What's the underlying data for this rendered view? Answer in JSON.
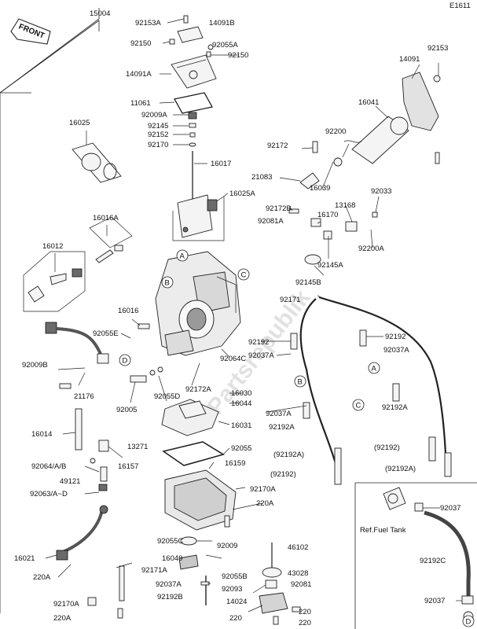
{
  "diagram_code": "E1611",
  "watermark": "Partsrepublik",
  "front_label": "FRONT",
  "callouts": {
    "a": "A",
    "b": "B",
    "c": "C",
    "d": "D"
  },
  "part_labels": [
    "15004",
    "92153A",
    "14091B",
    "92150",
    "92055A",
    "92150",
    "14091A",
    "11061",
    "92009A",
    "92145",
    "92152",
    "92170",
    "16017",
    "16025",
    "16025A",
    "16016A",
    "16012",
    "16016",
    "92055E",
    "92009B",
    "21176",
    "92005",
    "92055D",
    "16014",
    "13271",
    "92064/A/B",
    "16157",
    "49121",
    "92063/A~D",
    "16021",
    "220A",
    "92170A",
    "220A",
    "92153",
    "14091",
    "16041",
    "92200",
    "92172",
    "21083",
    "16039",
    "92033",
    "92172B",
    "13168",
    "92081A",
    "16170",
    "92200A",
    "92145A",
    "92145B",
    "92171",
    "92192",
    "92037A",
    "92192",
    "92037A",
    "92172A",
    "92064C",
    "16030",
    "16044",
    "92037A",
    "92192A",
    "92192A",
    "16031",
    "92055",
    "16159",
    "(92192A)",
    "(92192)",
    "(92192)",
    "(92192A)",
    "92170A",
    "220A",
    "92055C",
    "92009",
    "16049",
    "92171A",
    "92037A",
    "92192B",
    "46102",
    "92055B",
    "43028",
    "92093",
    "92081",
    "14024",
    "220",
    "220",
    "220",
    "92037",
    "Ref.Fuel Tank",
    "92192C",
    "92037"
  ]
}
